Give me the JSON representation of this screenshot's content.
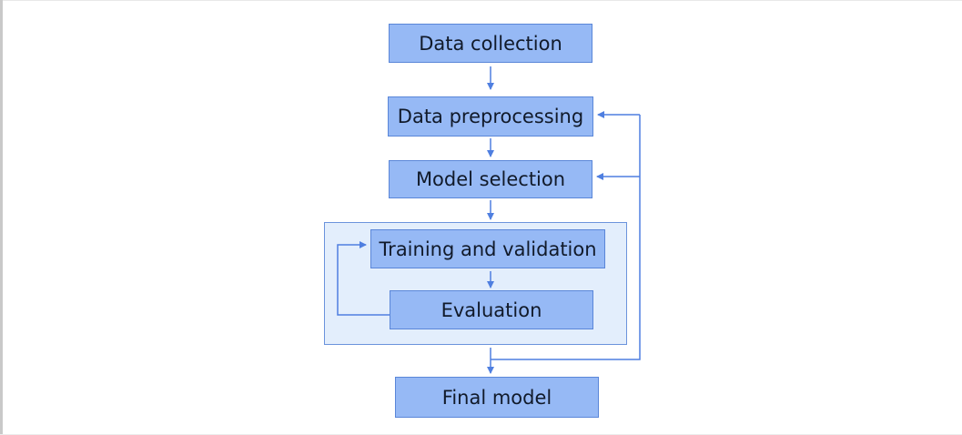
{
  "diagram": {
    "type": "flowchart",
    "nodes": [
      {
        "id": "data-collection",
        "label": "Data collection"
      },
      {
        "id": "data-preprocessing",
        "label": "Data preprocessing"
      },
      {
        "id": "model-selection",
        "label": "Model selection"
      },
      {
        "id": "training-validation",
        "label": "Training and validation"
      },
      {
        "id": "evaluation",
        "label": "Evaluation"
      },
      {
        "id": "final-model",
        "label": "Final model"
      }
    ],
    "groups": [
      {
        "id": "training-loop",
        "contains": [
          "training-validation",
          "evaluation"
        ]
      }
    ],
    "edges": [
      {
        "from": "data-collection",
        "to": "data-preprocessing"
      },
      {
        "from": "data-preprocessing",
        "to": "model-selection"
      },
      {
        "from": "model-selection",
        "to": "training-loop"
      },
      {
        "from": "training-validation",
        "to": "evaluation"
      },
      {
        "from": "evaluation",
        "to": "training-validation",
        "kind": "feedback"
      },
      {
        "from": "training-loop",
        "to": "final-model"
      },
      {
        "from": "training-loop",
        "to": "data-preprocessing",
        "kind": "feedback"
      },
      {
        "from": "training-loop",
        "to": "model-selection",
        "kind": "feedback"
      }
    ],
    "colors": {
      "node_fill": "#96b9f5",
      "node_border": "#5a86d8",
      "group_fill": "#e3eefc",
      "group_border": "#6b93dc",
      "arrow": "#4f7fe0",
      "text": "#111a2a"
    }
  }
}
